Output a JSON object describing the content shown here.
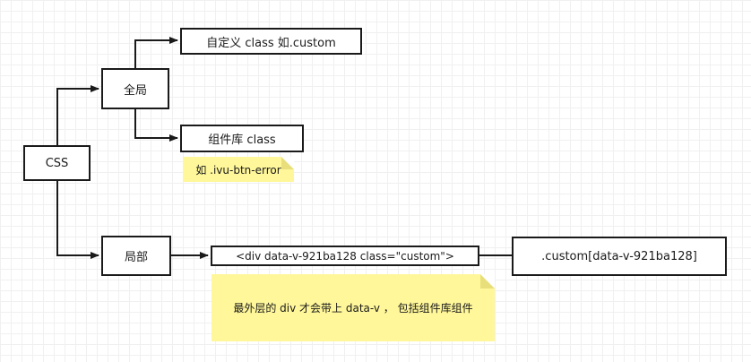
{
  "nodes": {
    "css": "CSS",
    "global": "全局",
    "local": "局部",
    "custom_class": "自定义 class 如.custom",
    "lib_class": "组件库 class",
    "div_attr": "<div data-v-921ba128 class=\"custom\">",
    "scoped_selector": ".custom[data-v-921ba128]"
  },
  "notes": {
    "lib_example": "如 .ivu-btn-error",
    "outer_div": "最外层的 div 才会带上 data-v ， 包括组件库组件"
  },
  "colors": {
    "line": "#1a1a1a",
    "note_bg": "#fff79a",
    "note_fold": "#e8df7a"
  }
}
